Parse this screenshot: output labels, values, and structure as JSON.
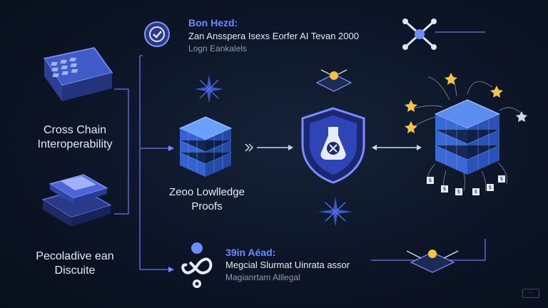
{
  "top_note": {
    "heading": "Bon Hezd:",
    "line": "Zan Ansspera Isexs Eorfer AI Tevan 2000",
    "subline": "Logn Eankalels"
  },
  "bottom_note": {
    "heading": "39in Aéad:",
    "line": "Megcial Slurmat Uinrata assor",
    "subline": "Magianrtam Alllegal"
  },
  "nodes": {
    "cross_chain": {
      "line1": "Cross Chain",
      "line2": "Interoperability"
    },
    "peer": {
      "line1": "Pecoladive ean",
      "line2": "Discuite"
    },
    "zk": {
      "line1": "Zeoo Lowlledge",
      "line2": "Proofs"
    }
  },
  "cube_faces": [
    "$",
    "$",
    "$",
    "$",
    "$",
    "$"
  ],
  "colors": {
    "accent": "#6b8cff",
    "wire": "#5a66d6",
    "cube": "#3b6fd8",
    "star": "#f6c343",
    "background": "#0c1526"
  },
  "icons": [
    "check-badge-icon",
    "chip-icon",
    "cube-icon",
    "shield-icon",
    "node-icon",
    "sparkle-icon",
    "drone-icon",
    "star-icon"
  ]
}
